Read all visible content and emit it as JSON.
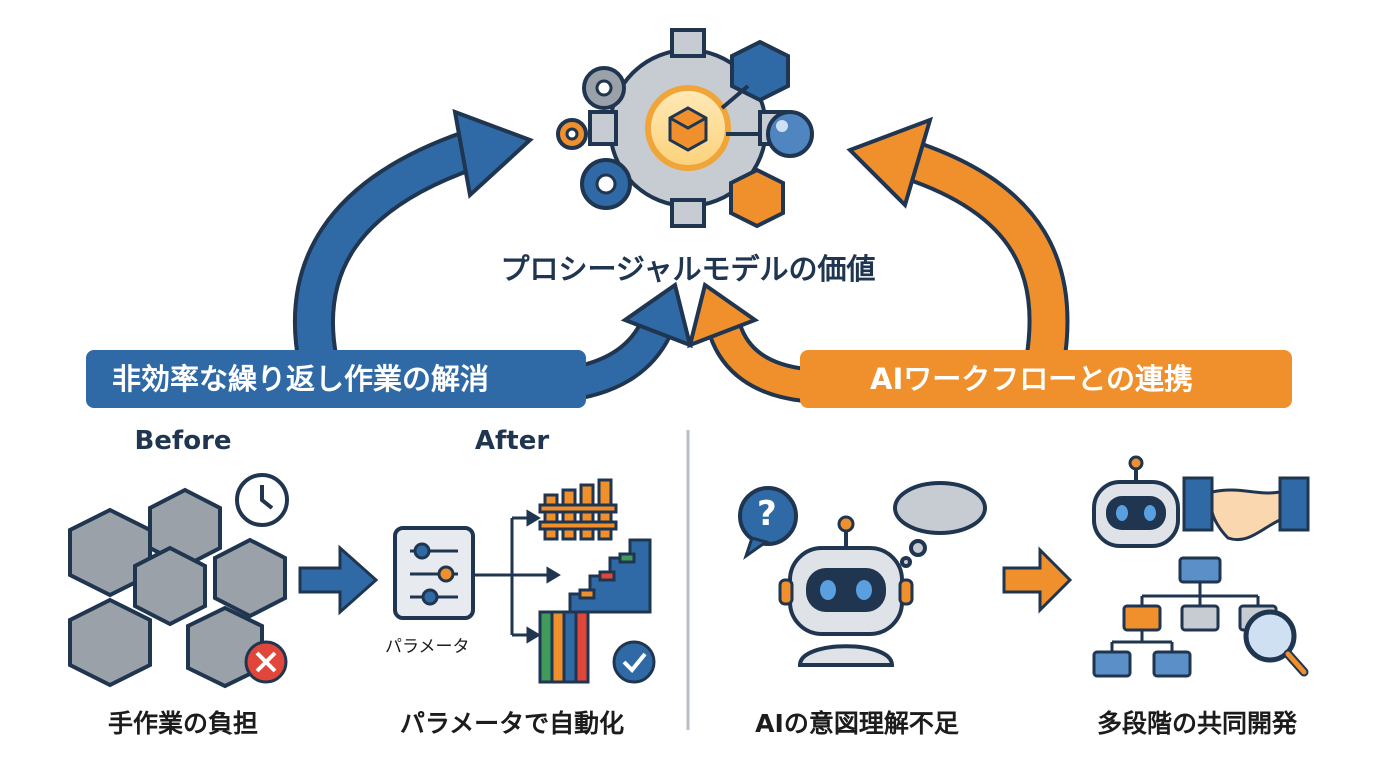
{
  "title": "プロシージャルモデルの価値",
  "left_banner": "非効率な繰り返し作業の解消",
  "right_banner": "AIワークフローとの連携",
  "before_label": "Before",
  "after_label": "After",
  "param_label": "パラメータ",
  "captions": {
    "manual": "手作業の負担",
    "auto": "パラメータで自動化",
    "ai_gap": "AIの意図理解不足",
    "collab": "多段階の共同開発"
  },
  "icon_text": {
    "question": "?"
  },
  "colors": {
    "blue": "#2f6aa6",
    "orange": "#f0902c",
    "navy": "#1f3550",
    "gray": "#9aa1a8",
    "green": "#3f9a5b",
    "red": "#e0473a"
  }
}
